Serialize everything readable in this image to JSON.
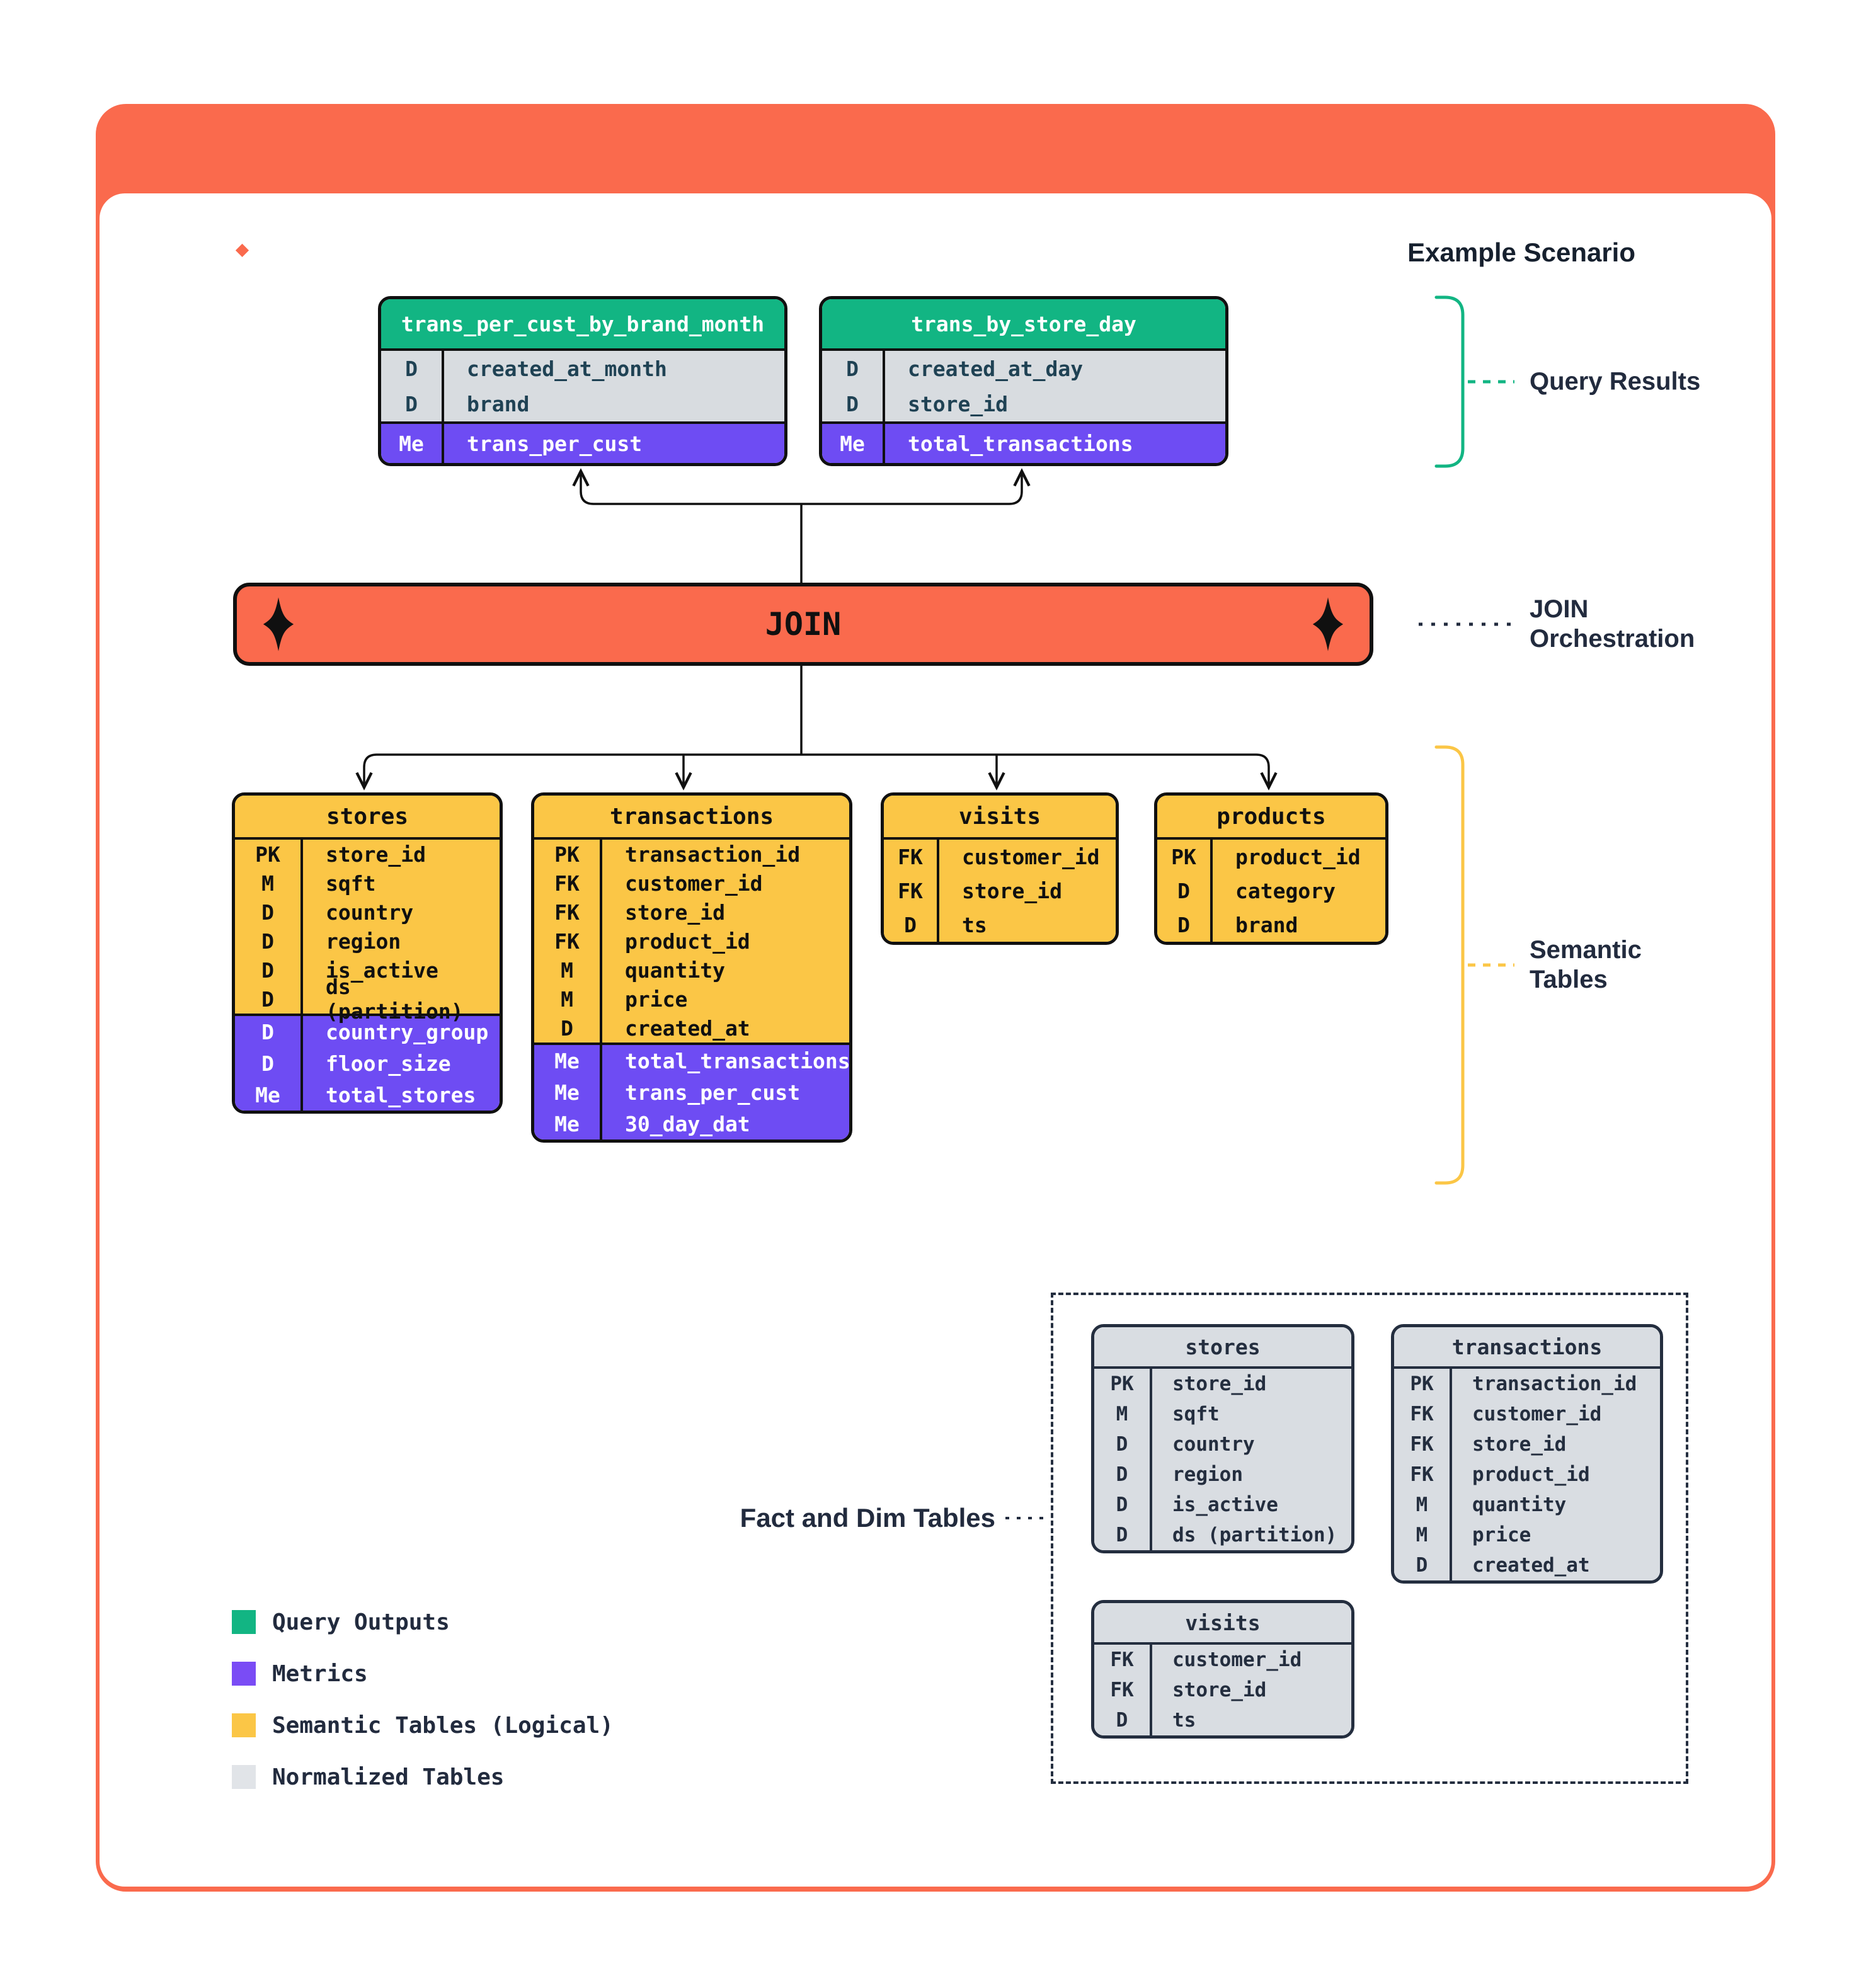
{
  "header": {
    "title": "Example Scenario",
    "logo": "pinwheel-x-logo"
  },
  "colors": {
    "orange": "#FA6A4D",
    "green": "#12B583",
    "purple": "#6E4CF3",
    "yellow": "#FBC646",
    "gray_row": "#D9DDE2",
    "navy": "#222B3E"
  },
  "query_results": {
    "label": "Query Results",
    "tables": [
      {
        "name": "trans_per_cust_by_brand_month",
        "rows": [
          {
            "key": "D",
            "field": "created_at_month"
          },
          {
            "key": "D",
            "field": "brand"
          },
          {
            "key": "Me",
            "field": "trans_per_cust",
            "metric": true
          }
        ]
      },
      {
        "name": "trans_by_store_day",
        "rows": [
          {
            "key": "D",
            "field": "created_at_day"
          },
          {
            "key": "D",
            "field": "store_id"
          },
          {
            "key": "Me",
            "field": "total_transactions",
            "metric": true
          }
        ]
      }
    ]
  },
  "join": {
    "label": "JOIN",
    "annotation": "JOIN Orchestration"
  },
  "semantic_tables": {
    "label": "Semantic Tables",
    "tables": [
      {
        "name": "stores",
        "rows": [
          {
            "key": "PK",
            "field": "store_id"
          },
          {
            "key": "M",
            "field": "sqft"
          },
          {
            "key": "D",
            "field": "country"
          },
          {
            "key": "D",
            "field": "region"
          },
          {
            "key": "D",
            "field": "is_active"
          },
          {
            "key": "D",
            "field": "ds (partition)"
          },
          {
            "key": "D",
            "field": "country_group",
            "metric": true
          },
          {
            "key": "D",
            "field": "floor_size",
            "metric": true
          },
          {
            "key": "Me",
            "field": "total_stores",
            "metric": true
          }
        ]
      },
      {
        "name": "transactions",
        "rows": [
          {
            "key": "PK",
            "field": "transaction_id"
          },
          {
            "key": "FK",
            "field": "customer_id"
          },
          {
            "key": "FK",
            "field": "store_id"
          },
          {
            "key": "FK",
            "field": "product_id"
          },
          {
            "key": "M",
            "field": "quantity"
          },
          {
            "key": "M",
            "field": "price"
          },
          {
            "key": "D",
            "field": "created_at"
          },
          {
            "key": "Me",
            "field": "total_transactions",
            "metric": true
          },
          {
            "key": "Me",
            "field": "trans_per_cust",
            "metric": true
          },
          {
            "key": "Me",
            "field": "30_day_dat",
            "metric": true
          }
        ]
      },
      {
        "name": "visits",
        "rows": [
          {
            "key": "FK",
            "field": "customer_id"
          },
          {
            "key": "FK",
            "field": "store_id"
          },
          {
            "key": "D",
            "field": "ts"
          }
        ]
      },
      {
        "name": "products",
        "rows": [
          {
            "key": "PK",
            "field": "product_id"
          },
          {
            "key": "D",
            "field": "category"
          },
          {
            "key": "D",
            "field": "brand"
          }
        ]
      }
    ]
  },
  "normalized_tables": {
    "label": "Fact and Dim Tables",
    "tables": [
      {
        "name": "stores",
        "rows": [
          {
            "key": "PK",
            "field": "store_id"
          },
          {
            "key": "M",
            "field": "sqft"
          },
          {
            "key": "D",
            "field": "country"
          },
          {
            "key": "D",
            "field": "region"
          },
          {
            "key": "D",
            "field": "is_active"
          },
          {
            "key": "D",
            "field": "ds (partition)"
          }
        ]
      },
      {
        "name": "transactions",
        "rows": [
          {
            "key": "PK",
            "field": "transaction_id"
          },
          {
            "key": "FK",
            "field": "customer_id"
          },
          {
            "key": "FK",
            "field": "store_id"
          },
          {
            "key": "FK",
            "field": "product_id"
          },
          {
            "key": "M",
            "field": "quantity"
          },
          {
            "key": "M",
            "field": "price"
          },
          {
            "key": "D",
            "field": "created_at"
          }
        ]
      },
      {
        "name": "visits",
        "rows": [
          {
            "key": "FK",
            "field": "customer_id"
          },
          {
            "key": "FK",
            "field": "store_id"
          },
          {
            "key": "D",
            "field": "ts"
          }
        ]
      }
    ]
  },
  "legend": {
    "items": [
      {
        "label": "Query Outputs",
        "color": "#12B583"
      },
      {
        "label": "Metrics",
        "color": "#7A4CF5"
      },
      {
        "label": "Semantic Tables (Logical)",
        "color": "#FBC646"
      },
      {
        "label": "Normalized Tables",
        "color": "#E1E4E8"
      }
    ]
  }
}
